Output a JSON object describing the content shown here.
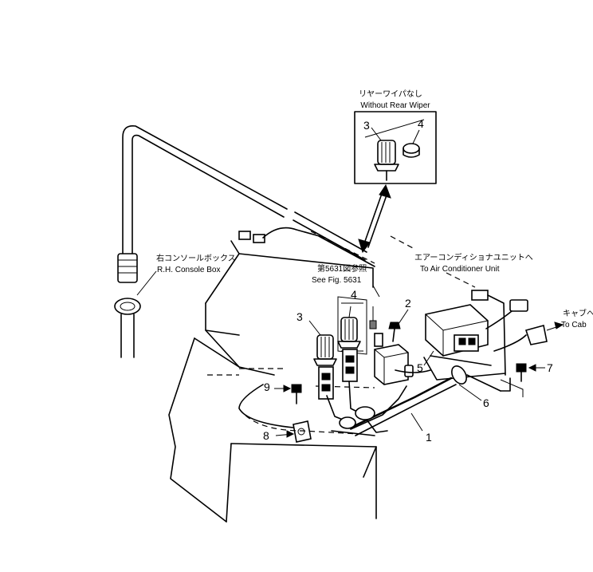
{
  "callouts": {
    "without_rear_wiper_jp": "リヤーワイパなし",
    "without_rear_wiper_en": "Without Rear Wiper",
    "rh_console_box_jp": "右コンソールボックス",
    "rh_console_box_en": "R.H. Console Box",
    "see_fig_jp": "第5631図参照",
    "see_fig_en": "See Fig. 5631",
    "air_conditioner_jp": "エアーコンディショナユニットへ",
    "air_conditioner_en": "To Air Conditioner Unit",
    "to_cab_jp": "キャブへ",
    "to_cab_en": "To Cab"
  },
  "part_numbers": {
    "inset_3": "3",
    "inset_4": "4",
    "p1": "1",
    "p2": "2",
    "p3": "3",
    "p4": "4",
    "p5": "5",
    "p6": "6",
    "p7": "7",
    "p8": "8",
    "p9": "9"
  }
}
